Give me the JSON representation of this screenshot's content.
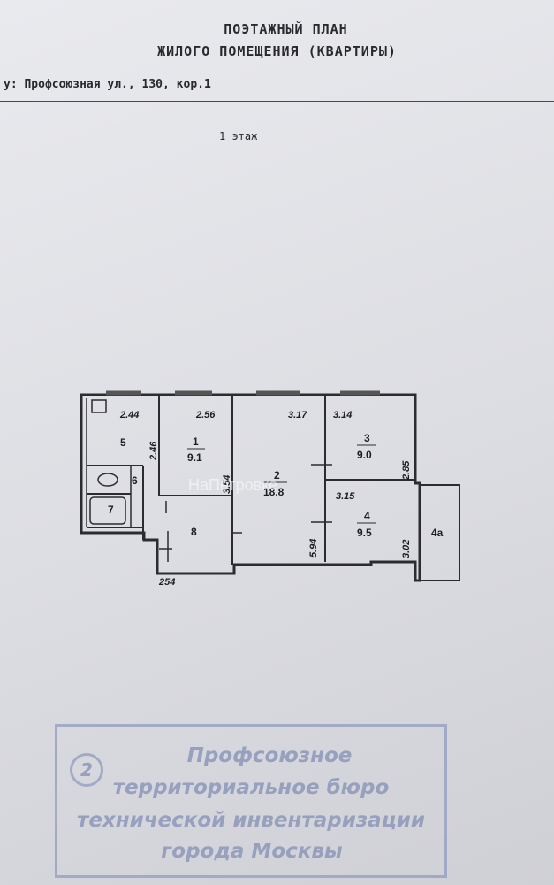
{
  "header": {
    "title_line1": "ПОЭТАЖНЫЙ ПЛАН",
    "title_line2": "ЖИЛОГО ПОМЕЩЕНИЯ (КВАРТИРЫ)",
    "address": "у: Профсоюзная ул., 130, кор.1",
    "floor": "1 этаж"
  },
  "plan": {
    "rooms": [
      {
        "num": "5"
      },
      {
        "num": "6"
      },
      {
        "num": "7"
      },
      {
        "num": "8"
      },
      {
        "num": "1",
        "area": "9.1"
      },
      {
        "num": "2",
        "area": "18.8"
      },
      {
        "num": "3",
        "area": "9.0"
      },
      {
        "num": "4",
        "area": "9.5"
      },
      {
        "num": "4a"
      }
    ],
    "dimensions": [
      "2.44",
      "2.56",
      "3.17",
      "3.14",
      "2.46",
      "3.54",
      "2.85",
      "3.15",
      "5.94",
      "3.02",
      "254"
    ]
  },
  "watermark": "НаПетровке",
  "stamp": {
    "number": "2",
    "line1": "Профсоюзное",
    "line2": "территориальное бюро",
    "line3": "технической инвентаризации",
    "line4": "города Москвы"
  }
}
